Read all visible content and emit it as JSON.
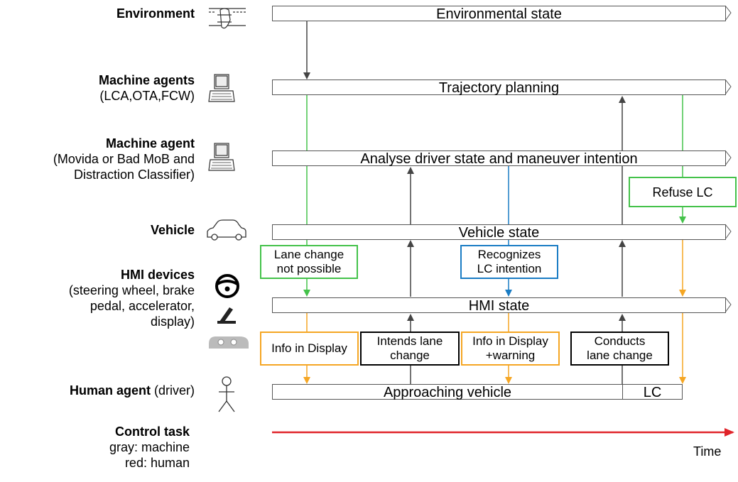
{
  "agents": {
    "environment": {
      "title": "Environment"
    },
    "machine_agents": {
      "title": "Machine agents",
      "subtitle": "(LCA,OTA,FCW)"
    },
    "machine_agent": {
      "title": "Machine agent",
      "line2": "(Movida or Bad MoB and",
      "line3": "Distraction Classifier)"
    },
    "vehicle": {
      "title": "Vehicle"
    },
    "hmi_devices": {
      "title": "HMI devices",
      "line2": "(steering wheel, brake",
      "line3": "pedal, accelerator,",
      "line4": "display)"
    },
    "human_agent": {
      "title": "Human agent",
      "subtitle": "(driver)"
    },
    "control_task": {
      "title": "Control task",
      "gray": "gray: machine",
      "red": "red:  human"
    }
  },
  "lanes": {
    "environmental_state": "Environmental state",
    "trajectory_planning": "Trajectory planning",
    "analyse": "Analyse driver state and maneuver intention",
    "vehicle_state": "Vehicle state",
    "hmi_state": "HMI state",
    "approaching_vehicle": "Approaching vehicle",
    "lc": "LC"
  },
  "messages": {
    "refuse_lc": "Refuse LC",
    "lane_change_not_possible_1": "Lane change",
    "lane_change_not_possible_2": "not possible",
    "recognizes_1": "Recognizes",
    "recognizes_2": "LC intention",
    "info_display": "Info in Display",
    "intends_1": "Intends lane",
    "intends_2": "change",
    "info_warning_1": "Info in Display",
    "info_warning_2": "+warning",
    "conducts_1": "Conducts",
    "conducts_2": "lane change"
  },
  "time_label": "Time",
  "colors": {
    "green": "#44c24a",
    "blue": "#1a7cc4",
    "orange": "#f5a623",
    "gray_arrow": "#444444",
    "red": "#e0242a"
  },
  "icons": [
    "road-car-icon",
    "computer-icon",
    "computer-icon",
    "car-icon",
    "steering-wheel-icon",
    "pedal-icon",
    "display-icon",
    "person-icon"
  ]
}
